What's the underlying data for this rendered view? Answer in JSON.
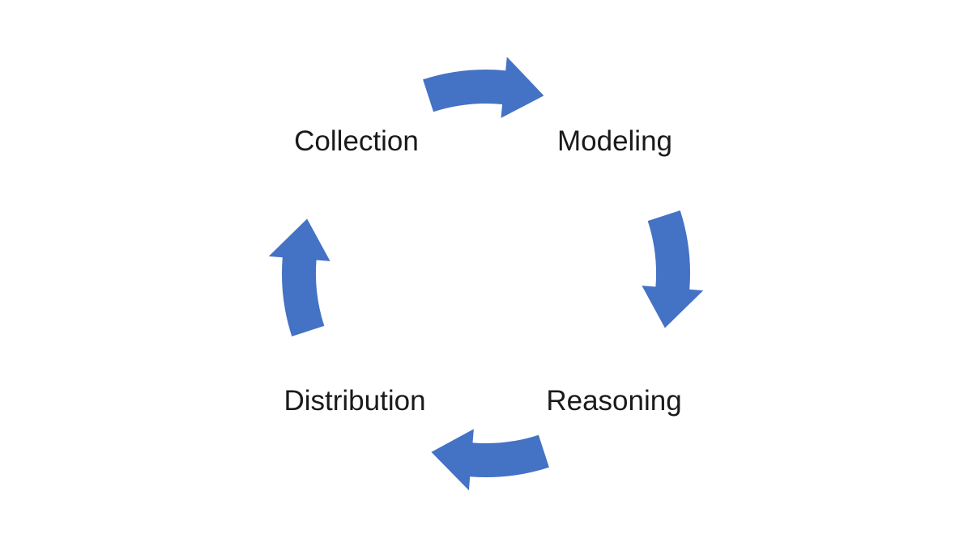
{
  "diagram": {
    "type": "cycle",
    "background_color": "#ffffff",
    "text_color": "#1a1a1a",
    "accent_color": "#4472C4",
    "nodes": [
      {
        "label": "Collection"
      },
      {
        "label": "Modeling"
      },
      {
        "label": "Reasoning"
      },
      {
        "label": "Distribution"
      }
    ],
    "arrows": [
      {
        "from": "Collection",
        "to": "Modeling",
        "direction": "right"
      },
      {
        "from": "Modeling",
        "to": "Reasoning",
        "direction": "down"
      },
      {
        "from": "Reasoning",
        "to": "Distribution",
        "direction": "left"
      },
      {
        "from": "Distribution",
        "to": "Collection",
        "direction": "up"
      }
    ]
  }
}
